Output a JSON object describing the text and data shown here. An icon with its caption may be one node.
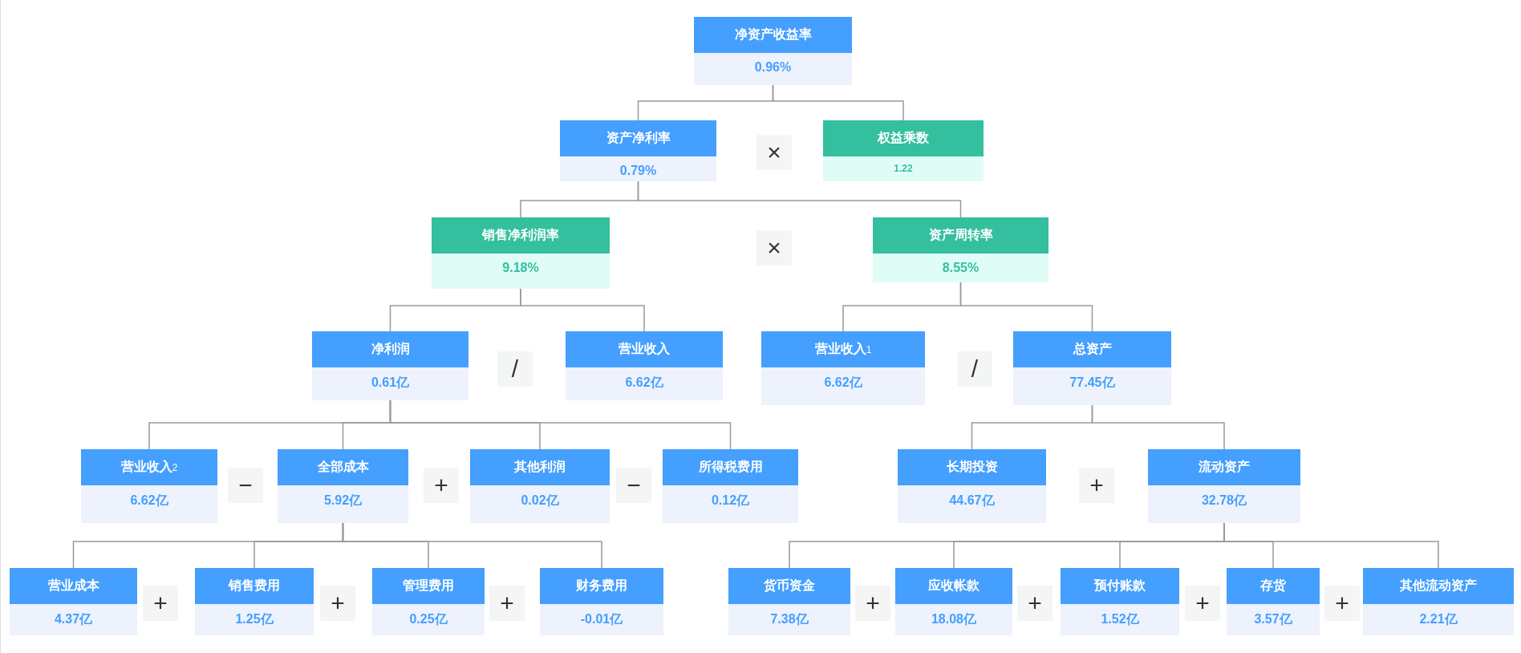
{
  "diagram": {
    "nodes": [
      {
        "text": [
          "净资产收益率",
          "0.96%"
        ]
      },
      {
        "text": [
          "资产净利率",
          "0.79%"
        ]
      },
      {
        "text": [
          "权益乘数",
          "1.22"
        ]
      },
      {
        "text": [
          "销售净利润率",
          "9.18%"
        ]
      },
      {
        "text": [
          "资产周转率",
          "8.55%"
        ]
      },
      {
        "text": [
          "净利润",
          "0.61亿"
        ]
      },
      {
        "text": [
          "营业收入",
          "6.62亿"
        ]
      },
      {
        "text": [
          "营业收入$_{1}$",
          "6.62亿"
        ]
      },
      {
        "text": [
          "总资产",
          "77.45亿"
        ]
      },
      {
        "text": [
          "营业收入$_{2}$",
          "6.62亿"
        ]
      },
      {
        "text": [
          "全部成本",
          "5.92亿"
        ]
      },
      {
        "text": [
          "其他利润",
          "0.02亿"
        ]
      },
      {
        "text": [
          "所得税费用",
          "0.12亿"
        ]
      },
      {
        "text": [
          "长期投资",
          "44.67亿"
        ]
      },
      {
        "text": [
          "流动资产",
          "32.78亿"
        ]
      },
      {
        "text": [
          "营业成本",
          "4.37亿"
        ]
      },
      {
        "text": [
          "销售费用",
          "1.25亿"
        ]
      },
      {
        "text": [
          "管理费用",
          "0.25亿"
        ]
      },
      {
        "text": [
          "财务费用",
          "-0.01亿"
        ]
      },
      {
        "text": [
          "货币资金",
          "7.38亿"
        ]
      },
      {
        "text": [
          "应收帐款",
          "18.08亿"
        ]
      },
      {
        "text": [
          "预付账款",
          "1.52亿"
        ]
      },
      {
        "text": [
          "存货",
          "3.57亿"
        ]
      },
      {
        "text": [
          "其他流动资产",
          "2.21亿"
        ]
      }
    ],
    "edges": [
      {
        "from": 0,
        "to": 1,
        "arrow": "none"
      },
      {
        "from": 0,
        "to": 2,
        "arrow": "none"
      },
      {
        "from": 1,
        "to": 3,
        "arrow": "none"
      },
      {
        "from": 1,
        "to": 4,
        "arrow": "none"
      },
      {
        "from": 3,
        "to": 5,
        "arrow": "none"
      },
      {
        "from": 3,
        "to": 6,
        "arrow": "none"
      },
      {
        "from": 4,
        "to": 7,
        "arrow": "none"
      },
      {
        "from": 4,
        "to": 8,
        "arrow": "none"
      },
      {
        "from": 5,
        "to": 9,
        "arrow": "none"
      },
      {
        "from": 5,
        "to": 10,
        "arrow": "none"
      },
      {
        "from": 5,
        "to": 11,
        "arrow": "none"
      },
      {
        "from": 5,
        "to": 12,
        "arrow": "none"
      },
      {
        "from": 8,
        "to": 13,
        "arrow": "none"
      },
      {
        "from": 8,
        "to": 14,
        "arrow": "none"
      },
      {
        "from": 10,
        "to": 15,
        "arrow": "none"
      },
      {
        "from": 10,
        "to": 16,
        "arrow": "none"
      },
      {
        "from": 10,
        "to": 17,
        "arrow": "none"
      },
      {
        "from": 10,
        "to": 18,
        "arrow": "none"
      },
      {
        "from": 14,
        "to": 19,
        "arrow": "none"
      },
      {
        "from": 14,
        "to": 20,
        "arrow": "none"
      },
      {
        "from": 14,
        "to": 21,
        "arrow": "none"
      },
      {
        "from": 14,
        "to": 22,
        "arrow": "none"
      },
      {
        "from": 14,
        "to": 23,
        "arrow": "none"
      }
    ],
    "labels": [
      "×",
      "×",
      "/",
      "/",
      "−",
      "+",
      "−",
      "+",
      "+",
      "+",
      "+",
      "+",
      "+",
      "+",
      "+"
    ]
  }
}
